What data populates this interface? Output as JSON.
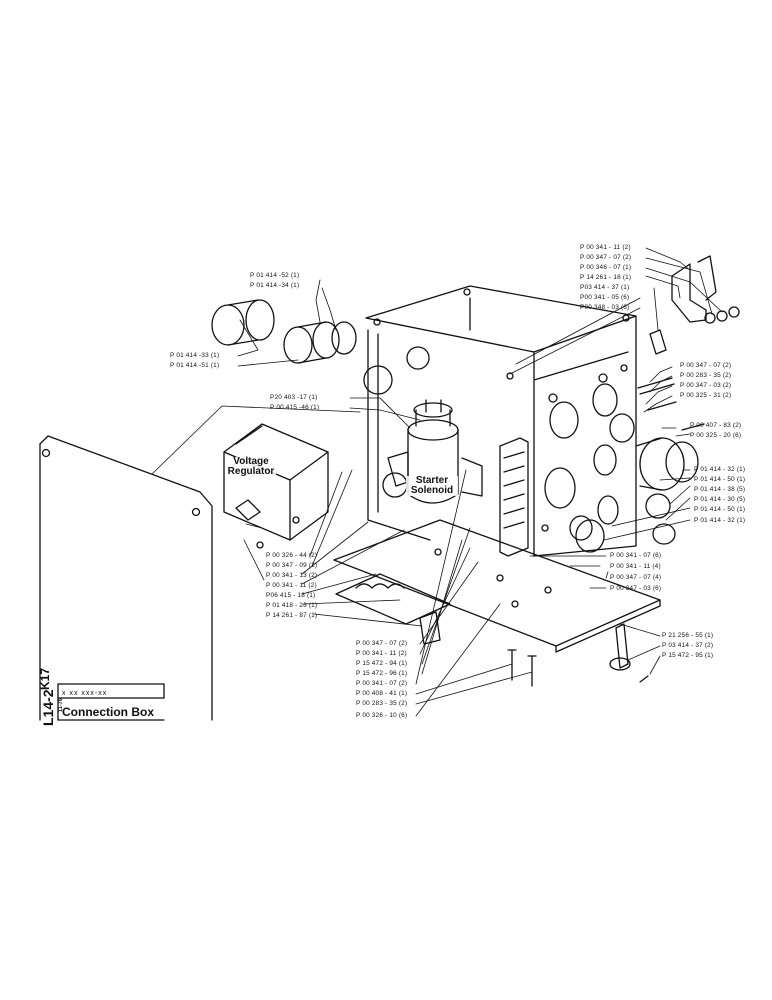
{
  "title_block": {
    "group_code": "K17",
    "page_code": "L14-2",
    "date": "11-76",
    "part_number": "x xx xxx-xx",
    "title": "Connection Box"
  },
  "component_labels": {
    "voltage_regulator": "Voltage\nRegulator",
    "starter_solenoid": "Starter\nSolenoid"
  },
  "callouts": {
    "top_left": [
      "P 01 414 -52 (1)",
      "P 01 414 -34 (1)"
    ],
    "left_mid": [
      "P 01 414 -33 (1)",
      "P 01 414 -51 (1)"
    ],
    "center_upper": [
      "P20 403 -17 (1)",
      "P 00 415 -46 (1)"
    ],
    "top_right": [
      "P 00 341 - 11 (2)",
      "P 00 347 - 07 (2)",
      "P 00 346 - 07 (1)",
      "P 14 261 - 16 (1)",
      "P03 414 - 37 (1)",
      "P00 341 - 05 (6)",
      "P00 348 - 03 (6)"
    ],
    "right_upper": [
      "P 00 347 - 07 (2)",
      "P 00 283 - 35 (2)",
      "P 00 347 - 03 (2)",
      "P 00 325 - 31 (2)"
    ],
    "right_mid": [
      "P 00 407 - 83 (2)",
      "P 00 325 - 20 (6)"
    ],
    "right_lower": [
      "P 01 414 - 32 (1)",
      "P 01 414 - 50 (1)",
      "P 01 414 - 38 (5)",
      "P 01 414 - 30 (5)",
      "P 01 414 - 50 (1)",
      "P 01 414 - 32 (1)"
    ],
    "right_bottom": [
      "P 00 341 - 07 (6)",
      "P 00 341 - 11 (4)",
      "P 00 347 - 07 (4)",
      "P 00 347 - 03 (6)"
    ],
    "base_right": [
      "P 21 256 - 55 (1)",
      "P 03 414 - 37 (2)",
      "P 15 472 - 95 (1)"
    ],
    "left_lower": [
      "P 00 326 - 44 (2)",
      "P 00 347 - 09 (2)",
      "P 00 341 - 13 (2)",
      "P 00 341 - 11 (2)",
      "P06 415 - 18 (1)",
      "P 01 418 - 26 (1)",
      "P 14 261 - 87 (1)"
    ],
    "bottom_center": [
      "P 00 347 - 07 (2)",
      "P 00 341 - 11 (2)",
      "P 15 472 - 94 (1)",
      "P 15 472 - 96 (1)",
      "P 00 341 - 07 (2)",
      "P 00 408 - 41 (1)",
      "P 00 283 - 35 (2)",
      "P 00 326 - 10 (6)"
    ]
  }
}
